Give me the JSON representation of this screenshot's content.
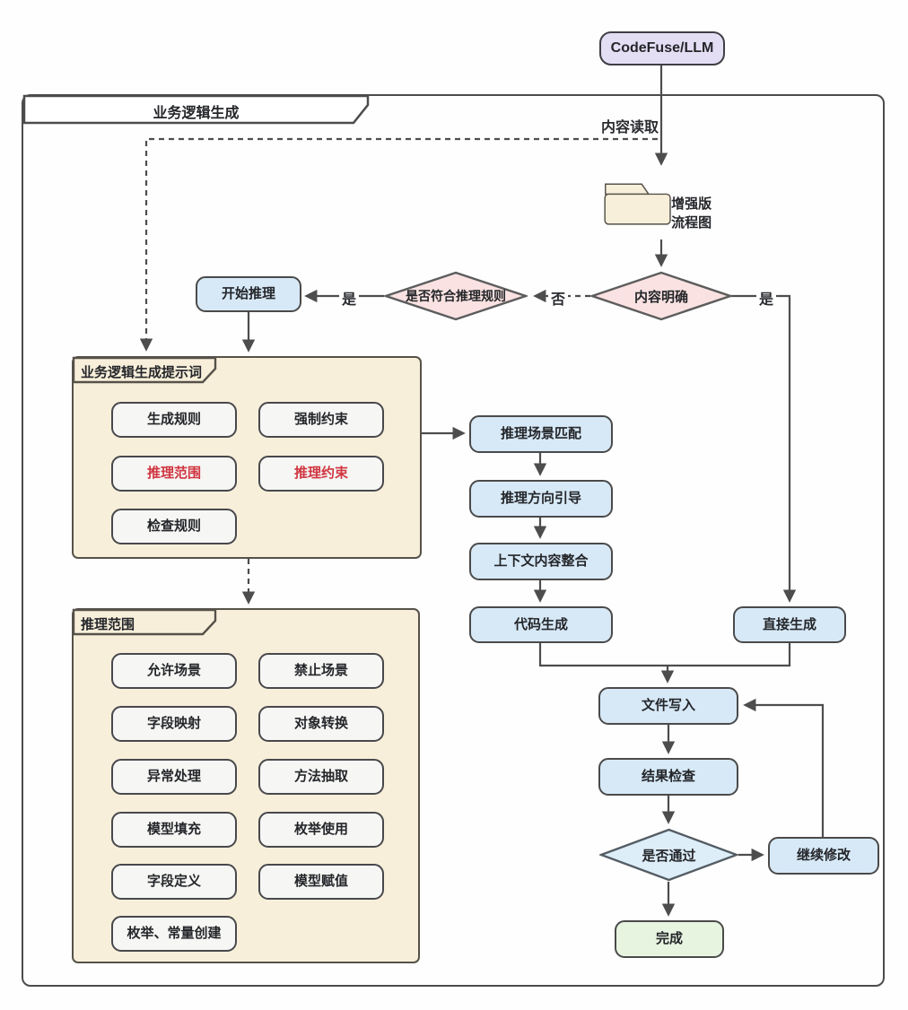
{
  "colors": {
    "line": "#4d4d4d",
    "lavender_fill": "#e4def5",
    "beige_fill": "#f8efda",
    "blue_fill": "#d7e9f7",
    "pink_fill": "#f9e2e1",
    "light_blue_diamond_fill": "#ddeef9",
    "green_fill": "#e7f4e0",
    "item_fill": "#f6f6f4",
    "red_text": "#d03540"
  },
  "nodes": {
    "codefuse": "CodeFuse/LLM",
    "frame_title": "业务逻辑生成",
    "content_read": "内容读取",
    "enhanced_flowchart": "增强版流程图",
    "content_clear": "内容明确",
    "rule_match": "是否符合推理规则",
    "start_inference": "开始推理",
    "scene_match": "推理场景匹配",
    "direction_guide": "推理方向引导",
    "context_merge": "上下文内容整合",
    "code_generate": "代码生成",
    "direct_generate": "直接生成",
    "file_write": "文件写入",
    "result_check": "结果检查",
    "pass_check": "是否通过",
    "continue_modify": "继续修改",
    "done": "完成"
  },
  "edge_labels": {
    "yes_left": "是",
    "no_mid": "否",
    "yes_right": "是"
  },
  "prompt_group": {
    "title": "业务逻辑生成提示词",
    "items": [
      {
        "label": "生成规则",
        "emphasis": false
      },
      {
        "label": "强制约束",
        "emphasis": false
      },
      {
        "label": "推理范围",
        "emphasis": true
      },
      {
        "label": "推理约束",
        "emphasis": true
      },
      {
        "label": "检查规则",
        "emphasis": false
      }
    ]
  },
  "scope_group": {
    "title": "推理范围",
    "items": [
      {
        "label": "允许场景"
      },
      {
        "label": "禁止场景"
      },
      {
        "label": "字段映射"
      },
      {
        "label": "对象转换"
      },
      {
        "label": "异常处理"
      },
      {
        "label": "方法抽取"
      },
      {
        "label": "模型填充"
      },
      {
        "label": "枚举使用"
      },
      {
        "label": "字段定义"
      },
      {
        "label": "模型赋值"
      },
      {
        "label": "枚举、常量创建"
      }
    ]
  }
}
